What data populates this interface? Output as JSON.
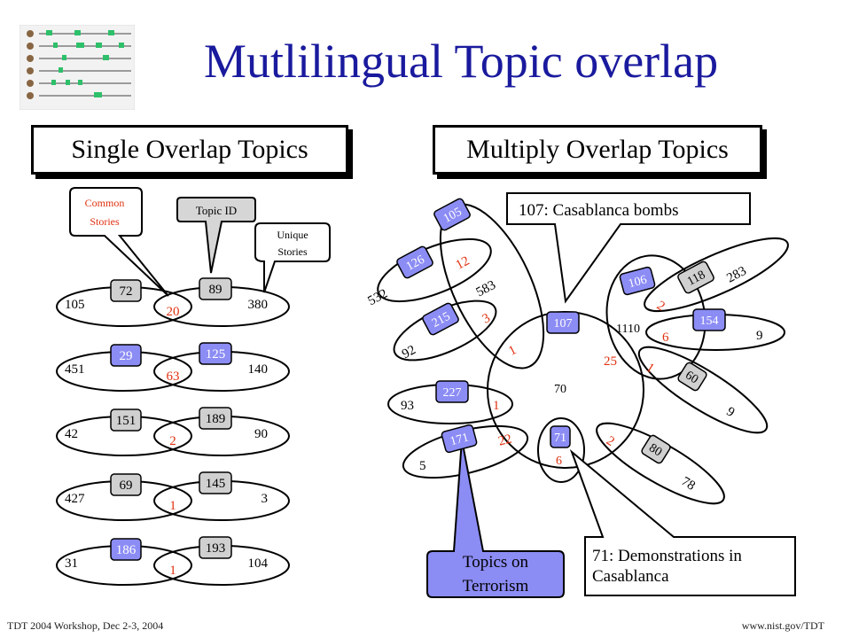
{
  "header": {
    "title": "Mutlilingual Topic overlap"
  },
  "sections": {
    "single": "Single Overlap Topics",
    "multiple": "Multiply Overlap Topics"
  },
  "callouts": {
    "common_stories": [
      "Common",
      "Stories"
    ],
    "topic_id": "Topic ID",
    "unique_stories": [
      "Unique",
      "Stories"
    ],
    "casablanca_bombs": "107: Casablanca bombs",
    "demonstrations": [
      "71: Demonstrations in",
      "Casablanca"
    ],
    "terrorism": [
      "Topics on",
      "Terrorism"
    ]
  },
  "single_pairs": [
    {
      "left_topic": "72",
      "left_unique": "105",
      "common": "20",
      "right_topic": "89",
      "right_unique": "380"
    },
    {
      "left_topic": "29",
      "left_unique": "451",
      "common": "63",
      "right_topic": "125",
      "right_unique": "140"
    },
    {
      "left_topic": "151",
      "left_unique": "42",
      "common": "2",
      "right_topic": "189",
      "right_unique": "90"
    },
    {
      "left_topic": "69",
      "left_unique": "427",
      "common": "1",
      "right_topic": "145",
      "right_unique": "3"
    },
    {
      "left_topic": "186",
      "left_unique": "31",
      "common": "1",
      "right_topic": "193",
      "right_unique": "104"
    }
  ],
  "multi": {
    "center": {
      "topic": "107",
      "unique": "70",
      "inner_unique": "1110"
    },
    "small_71": {
      "topic": "71",
      "common": "6"
    },
    "left": [
      {
        "topic": "105",
        "unique": "583",
        "common": "1"
      },
      {
        "topic": "126",
        "unique": "532",
        "common": "12"
      },
      {
        "topic": "215",
        "unique": "92",
        "common": "3"
      },
      {
        "topic": "227",
        "unique": "93",
        "common": "1"
      },
      {
        "topic": "171",
        "unique": "5",
        "common": "22"
      }
    ],
    "right": [
      {
        "topic": "106",
        "unique": "",
        "common": "25"
      },
      {
        "topic": "118",
        "unique": "283",
        "common": "2"
      },
      {
        "topic": "154",
        "unique": "9",
        "common": "6"
      },
      {
        "topic": "60",
        "unique": "9",
        "common": "1"
      },
      {
        "topic": "80",
        "unique": "78",
        "common": "2"
      }
    ]
  },
  "footer": {
    "left": "TDT 2004 Workshop, Dec 2-3, 2004",
    "right": "www.nist.gov/TDT"
  },
  "colors": {
    "title": "#1a1a9e",
    "topic_blue": "#8c8cf5",
    "topic_gray": "#d0d0d0",
    "common_red": "#e03010"
  }
}
